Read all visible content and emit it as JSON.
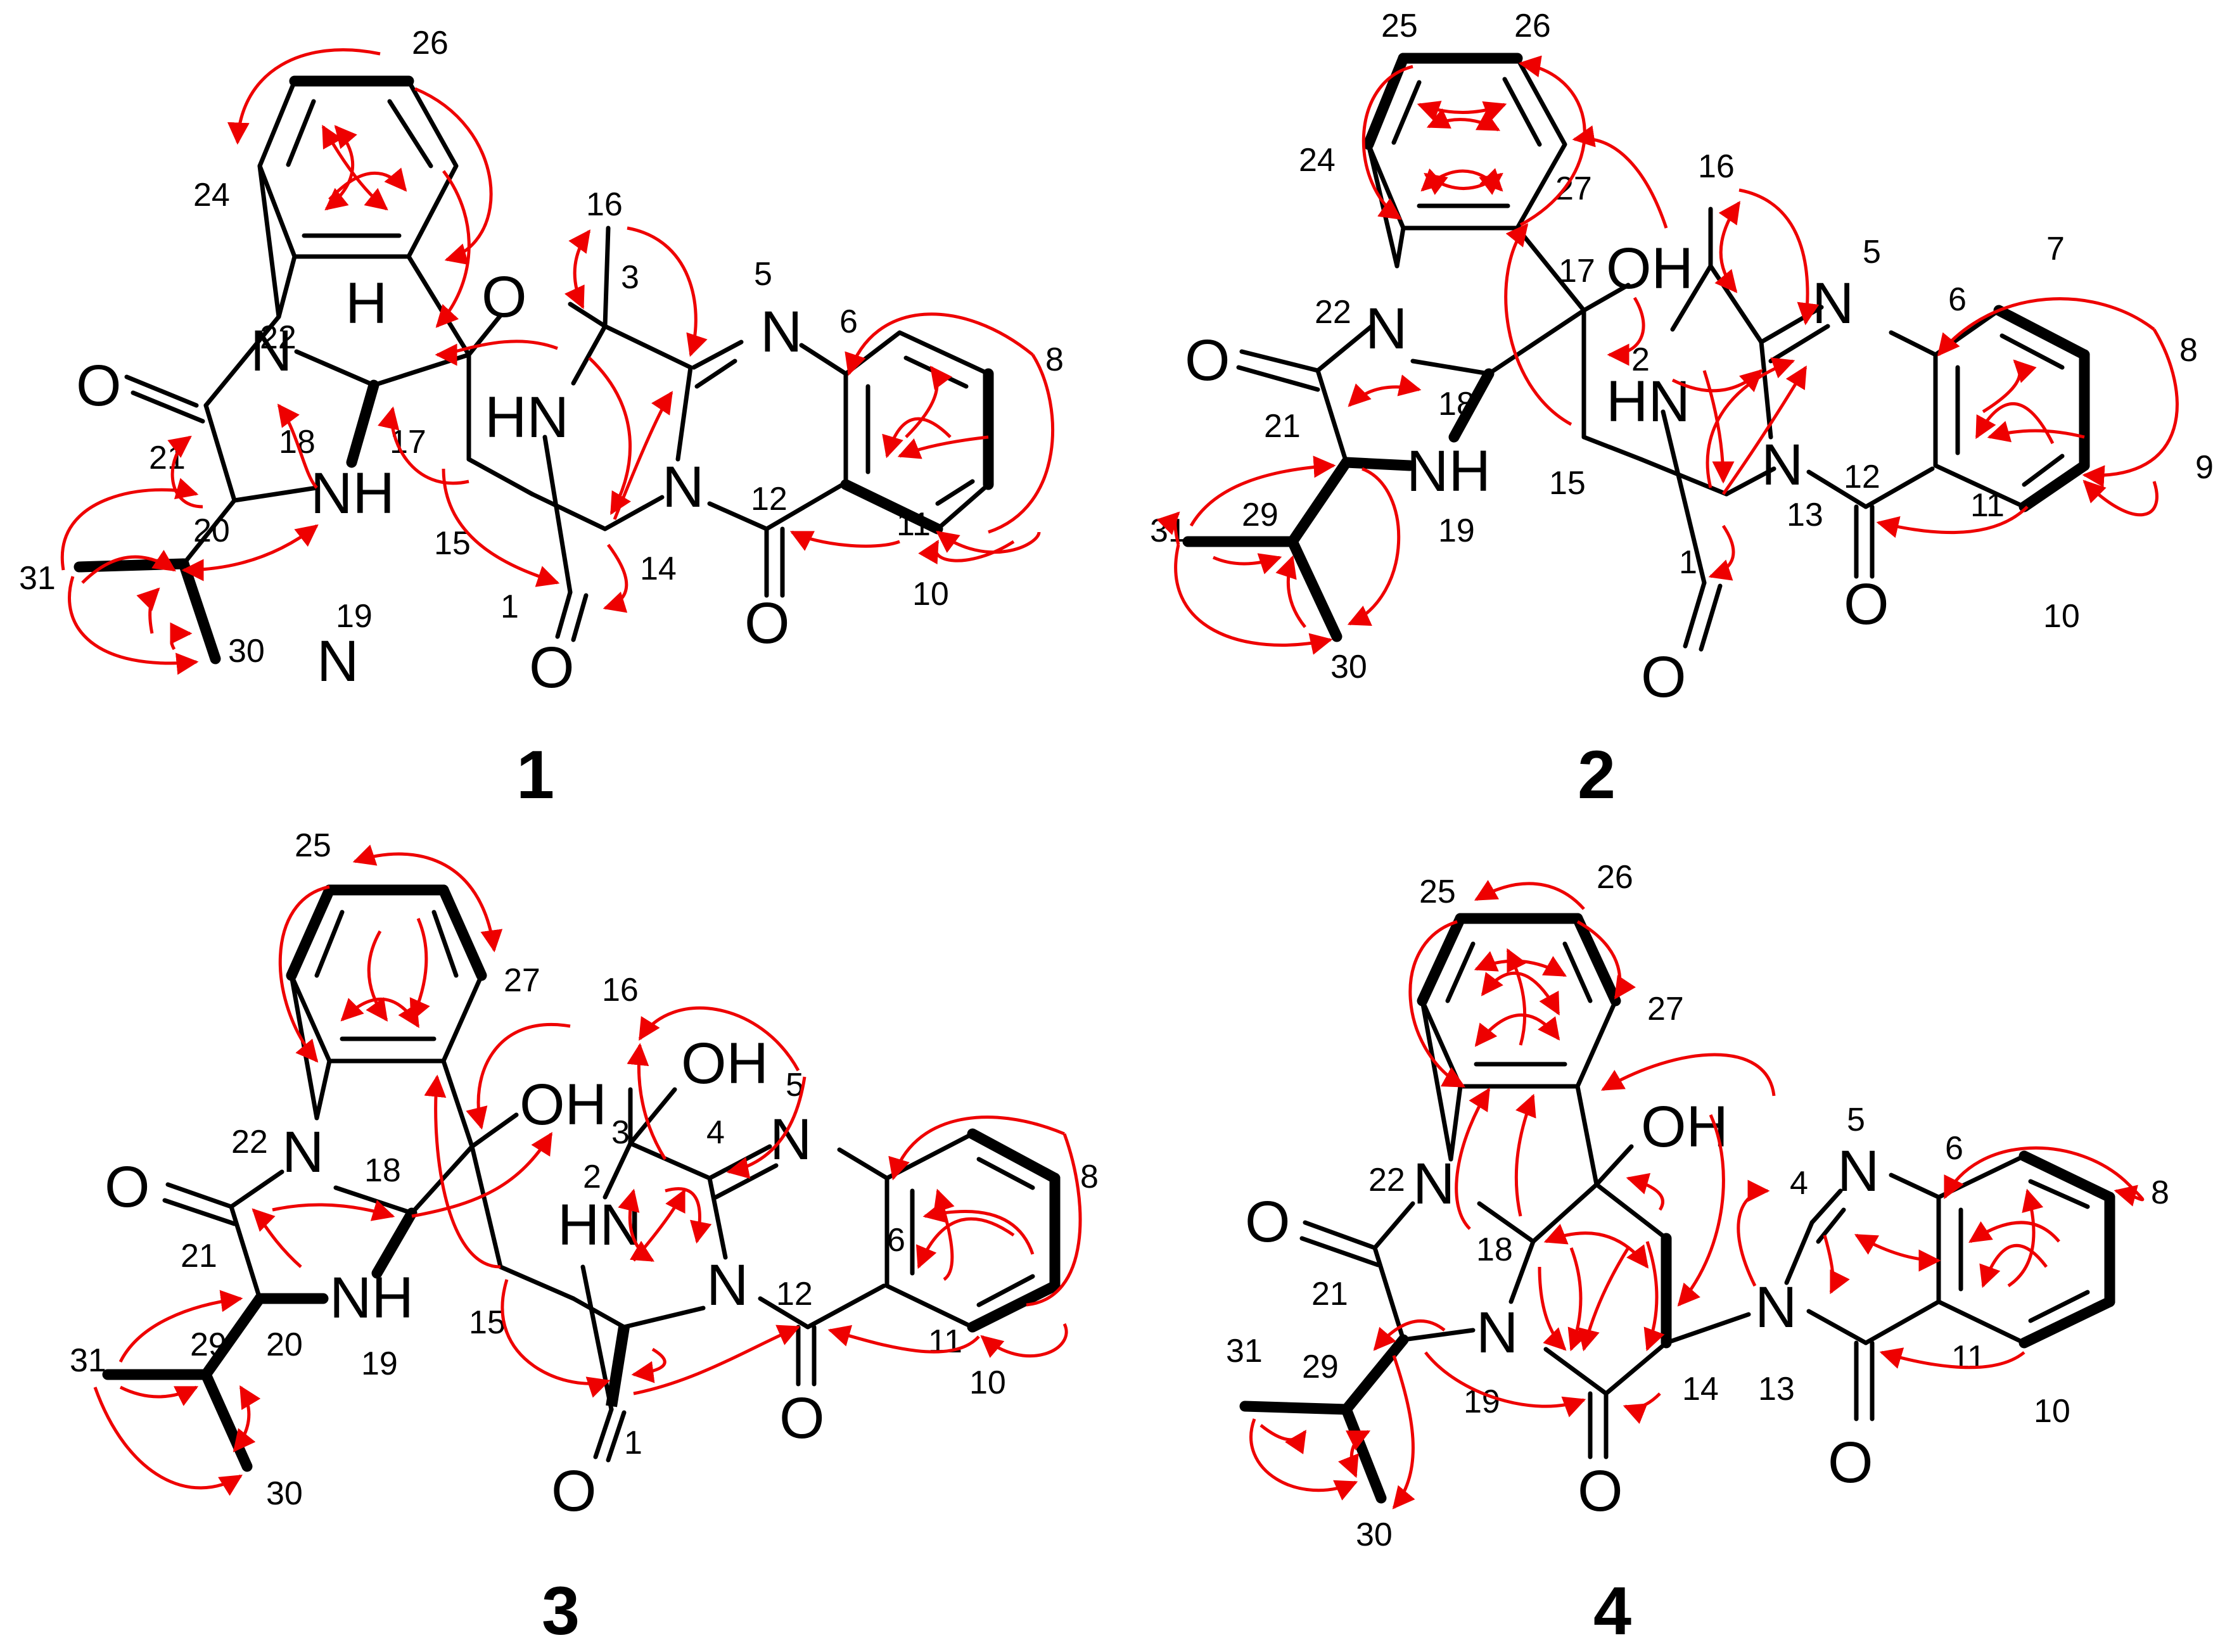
{
  "compounds": [
    {
      "id": "1",
      "atoms": [
        "O",
        "N",
        "N",
        "O",
        "HN",
        "N",
        "O",
        "N",
        "H",
        "NH",
        "O"
      ],
      "numbers": [
        "26",
        "24",
        "16",
        "3",
        "5",
        "6",
        "8",
        "22",
        "18",
        "17",
        "21",
        "20",
        "31",
        "19",
        "15",
        "14",
        "1",
        "12",
        "11",
        "10",
        "30"
      ]
    },
    {
      "id": "2",
      "atoms": [
        "OH",
        "N",
        "HN",
        "N",
        "N",
        "O",
        "O",
        "NH",
        "O"
      ],
      "numbers": [
        "25",
        "26",
        "24",
        "27",
        "16",
        "5",
        "7",
        "6",
        "8",
        "22",
        "17",
        "2",
        "21",
        "18",
        "29",
        "31",
        "15",
        "12",
        "13",
        "11",
        "1",
        "9",
        "19",
        "30",
        "10"
      ]
    },
    {
      "id": "3",
      "atoms": [
        "OH",
        "OH",
        "N",
        "N",
        "O",
        "HN",
        "N",
        "NH",
        "O",
        "O"
      ],
      "numbers": [
        "25",
        "27",
        "16",
        "3",
        "4",
        "5",
        "8",
        "22",
        "18",
        "2",
        "6",
        "21",
        "12",
        "29",
        "20",
        "31",
        "15",
        "19",
        "11",
        "10",
        "1",
        "30"
      ]
    },
    {
      "id": "4",
      "atoms": [
        "OH",
        "N",
        "N",
        "O",
        "N",
        "N",
        "O",
        "O"
      ],
      "numbers": [
        "25",
        "26",
        "27",
        "5",
        "4",
        "6",
        "8",
        "22",
        "18",
        "21",
        "31",
        "29",
        "14",
        "13",
        "11",
        "10",
        "19",
        "30"
      ]
    }
  ],
  "legend": {
    "arrow_color": "#ee0000",
    "arrow_meaning": "",
    "bond_color": "#000000"
  }
}
